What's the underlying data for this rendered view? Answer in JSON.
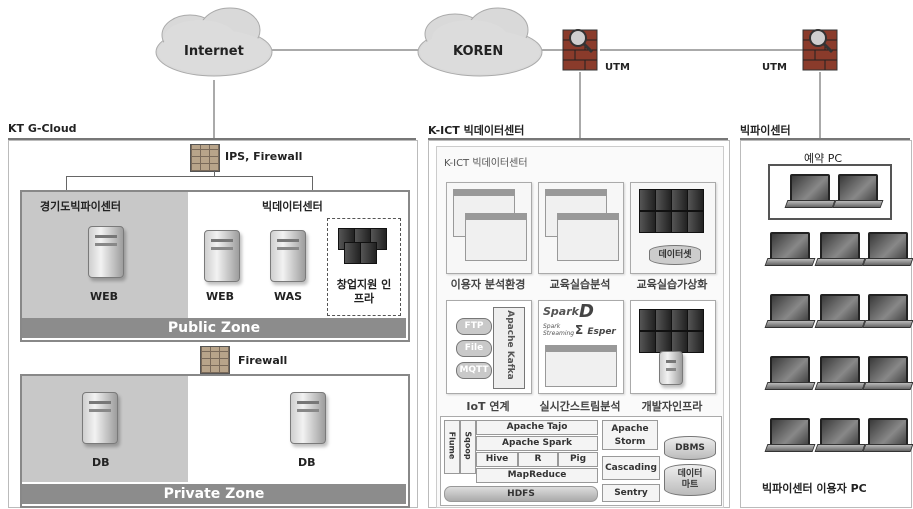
{
  "clouds": {
    "internet": "Internet",
    "koren": "KOREN"
  },
  "utm": {
    "left": "UTM",
    "right": "UTM"
  },
  "sections": {
    "kt": "KT G-Cloud",
    "kict": "K-ICT 빅데이터센터",
    "bigpie": "빅파이센터"
  },
  "kt": {
    "ips": "IPS, Firewall",
    "gyeonggi_title": "경기도빅파이센터",
    "bigdata_title": "빅데이터센터",
    "web1": "WEB",
    "web2": "WEB",
    "was": "WAS",
    "startup": "창업지원 인프라",
    "public_zone": "Public Zone",
    "firewall": "Firewall",
    "db1": "DB",
    "db2": "DB",
    "private_zone": "Private Zone"
  },
  "kict": {
    "inner_title": "K-ICT 빅데이터센터",
    "cap_analysis": "이용자 분석환경",
    "cap_edu_analysis": "교육실습분석",
    "cap_edu_virtual": "교육실습가상화",
    "dataset": "데이터셋",
    "iot_items": [
      "FTP",
      "File",
      "MQTT"
    ],
    "kafka": "Apache Kafka",
    "spark": "Spark",
    "spark_d": "D",
    "spark_streaming": "Spark Streaming",
    "esper": "Esper",
    "cap_iot": "IoT 연계",
    "cap_realtime": "실시간스트림분석",
    "cap_devinfra": "개발자인프라",
    "flume": "Flume",
    "sqoop": "Sqoop",
    "tajo": "Apache Tajo",
    "spark_bar": "Apache Spark",
    "hive": "Hive",
    "r": "R",
    "pig": "Pig",
    "mapreduce": "MapReduce",
    "hdfs": "HDFS",
    "storm": "Apache Storm",
    "cascading": "Cascading",
    "sentry": "Sentry",
    "dbms": "DBMS",
    "datamart": "데이터 마트"
  },
  "bigpie": {
    "reserved_pc": "예약 PC",
    "users_pc": "빅파이센터 이용자 PC"
  }
}
